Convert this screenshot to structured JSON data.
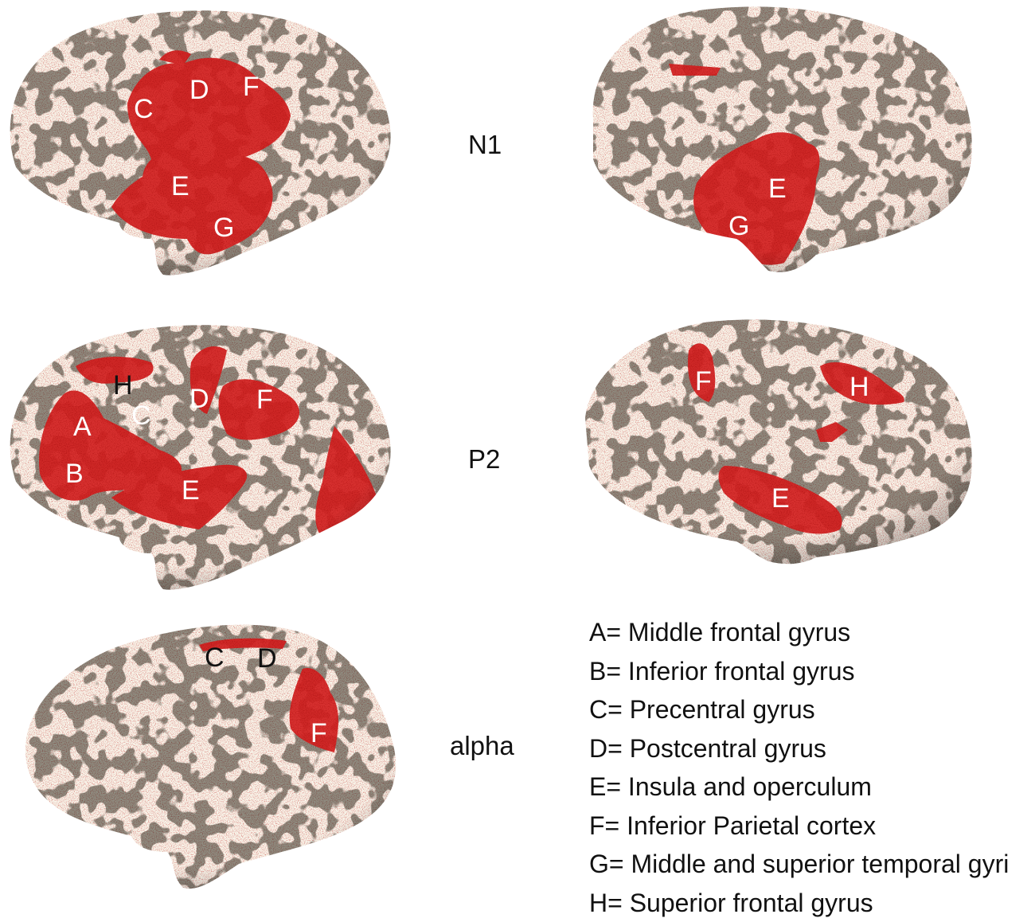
{
  "rows": [
    {
      "label": "N1"
    },
    {
      "label": "P2"
    },
    {
      "label": "alpha"
    }
  ],
  "brains": {
    "n1_left": {
      "letters": [
        "C",
        "D",
        "F",
        "E",
        "G"
      ]
    },
    "n1_right": {
      "letters": [
        "E",
        "G"
      ]
    },
    "p2_left": {
      "letters": [
        "H",
        "A",
        "C",
        "D",
        "F",
        "B",
        "E"
      ]
    },
    "p2_right": {
      "letters": [
        "F",
        "H",
        "E"
      ]
    },
    "alpha_left": {
      "letters": [
        "C",
        "D",
        "F"
      ]
    }
  },
  "legend": [
    "A= Middle frontal gyrus",
    "B= Inferior frontal gyrus",
    "C= Precentral gyrus",
    "D= Postcentral gyrus",
    "E= Insula and operculum",
    "F= Inferior Parietal cortex",
    "G= Middle and superior temporal gyri",
    "H= Superior frontal gyrus"
  ],
  "colors": {
    "sulcus": "#8f8c80",
    "gyrus": "#f1edd6",
    "activation": "#d42020",
    "text_light": "#ffffff",
    "text_dark": "#111111"
  }
}
